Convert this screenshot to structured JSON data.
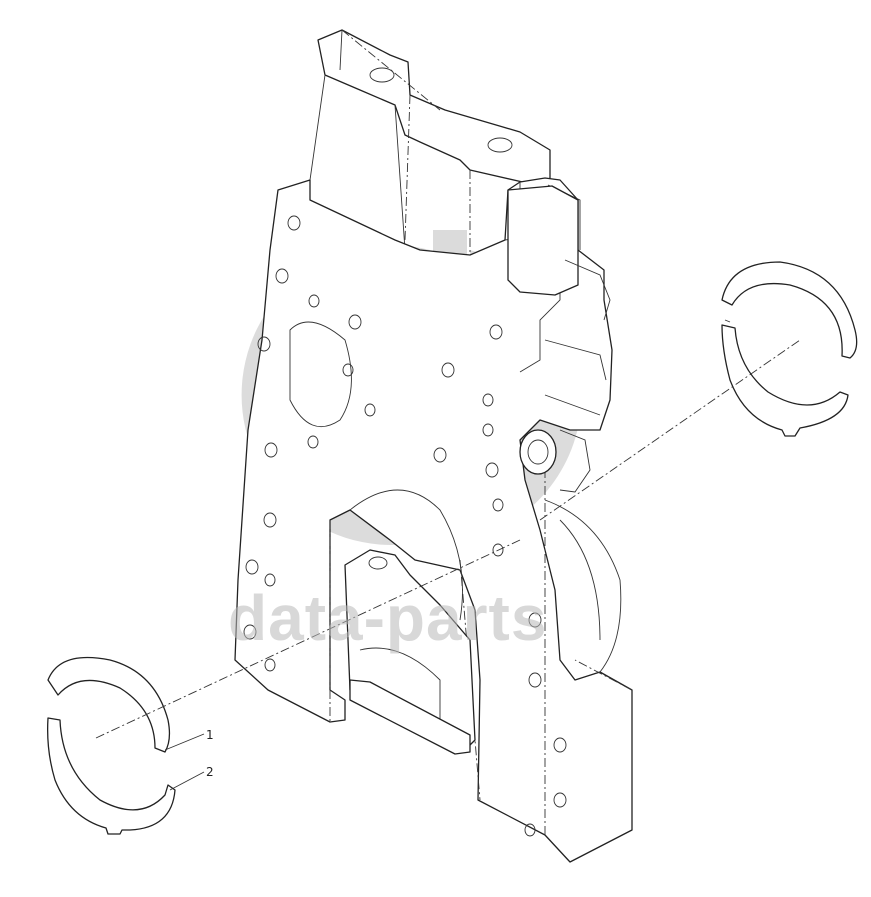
{
  "diagram": {
    "callouts": [
      {
        "id": "1",
        "label": "1"
      },
      {
        "id": "2",
        "label": "2"
      }
    ]
  },
  "watermark": {
    "text": "data-parts",
    "color": "#b9b9b9"
  }
}
